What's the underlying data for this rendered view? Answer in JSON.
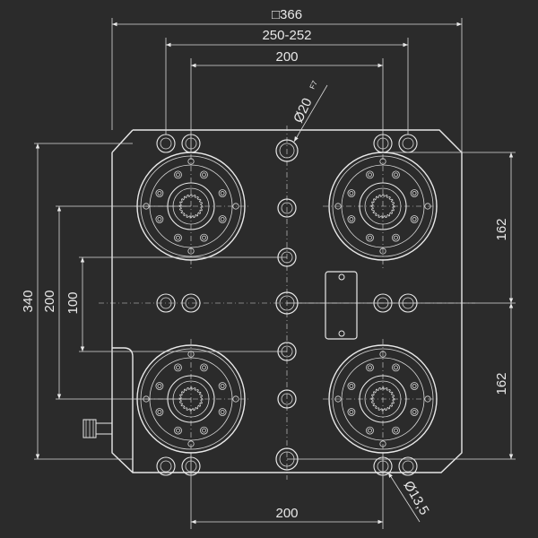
{
  "dimensions": {
    "overall_square": "□366",
    "center_spacing_range": "250-252",
    "top_spacing": "200",
    "bottom_spacing": "200",
    "bore_diameter": "Ø20",
    "bore_tolerance": "F7",
    "hole_diameter": "Ø13,5",
    "total_height": "340",
    "height_200": "200",
    "height_100": "100",
    "right_upper": "162",
    "right_lower": "162"
  },
  "colors": {
    "background": "#2b2b2b",
    "line": "#e8e8e8"
  }
}
